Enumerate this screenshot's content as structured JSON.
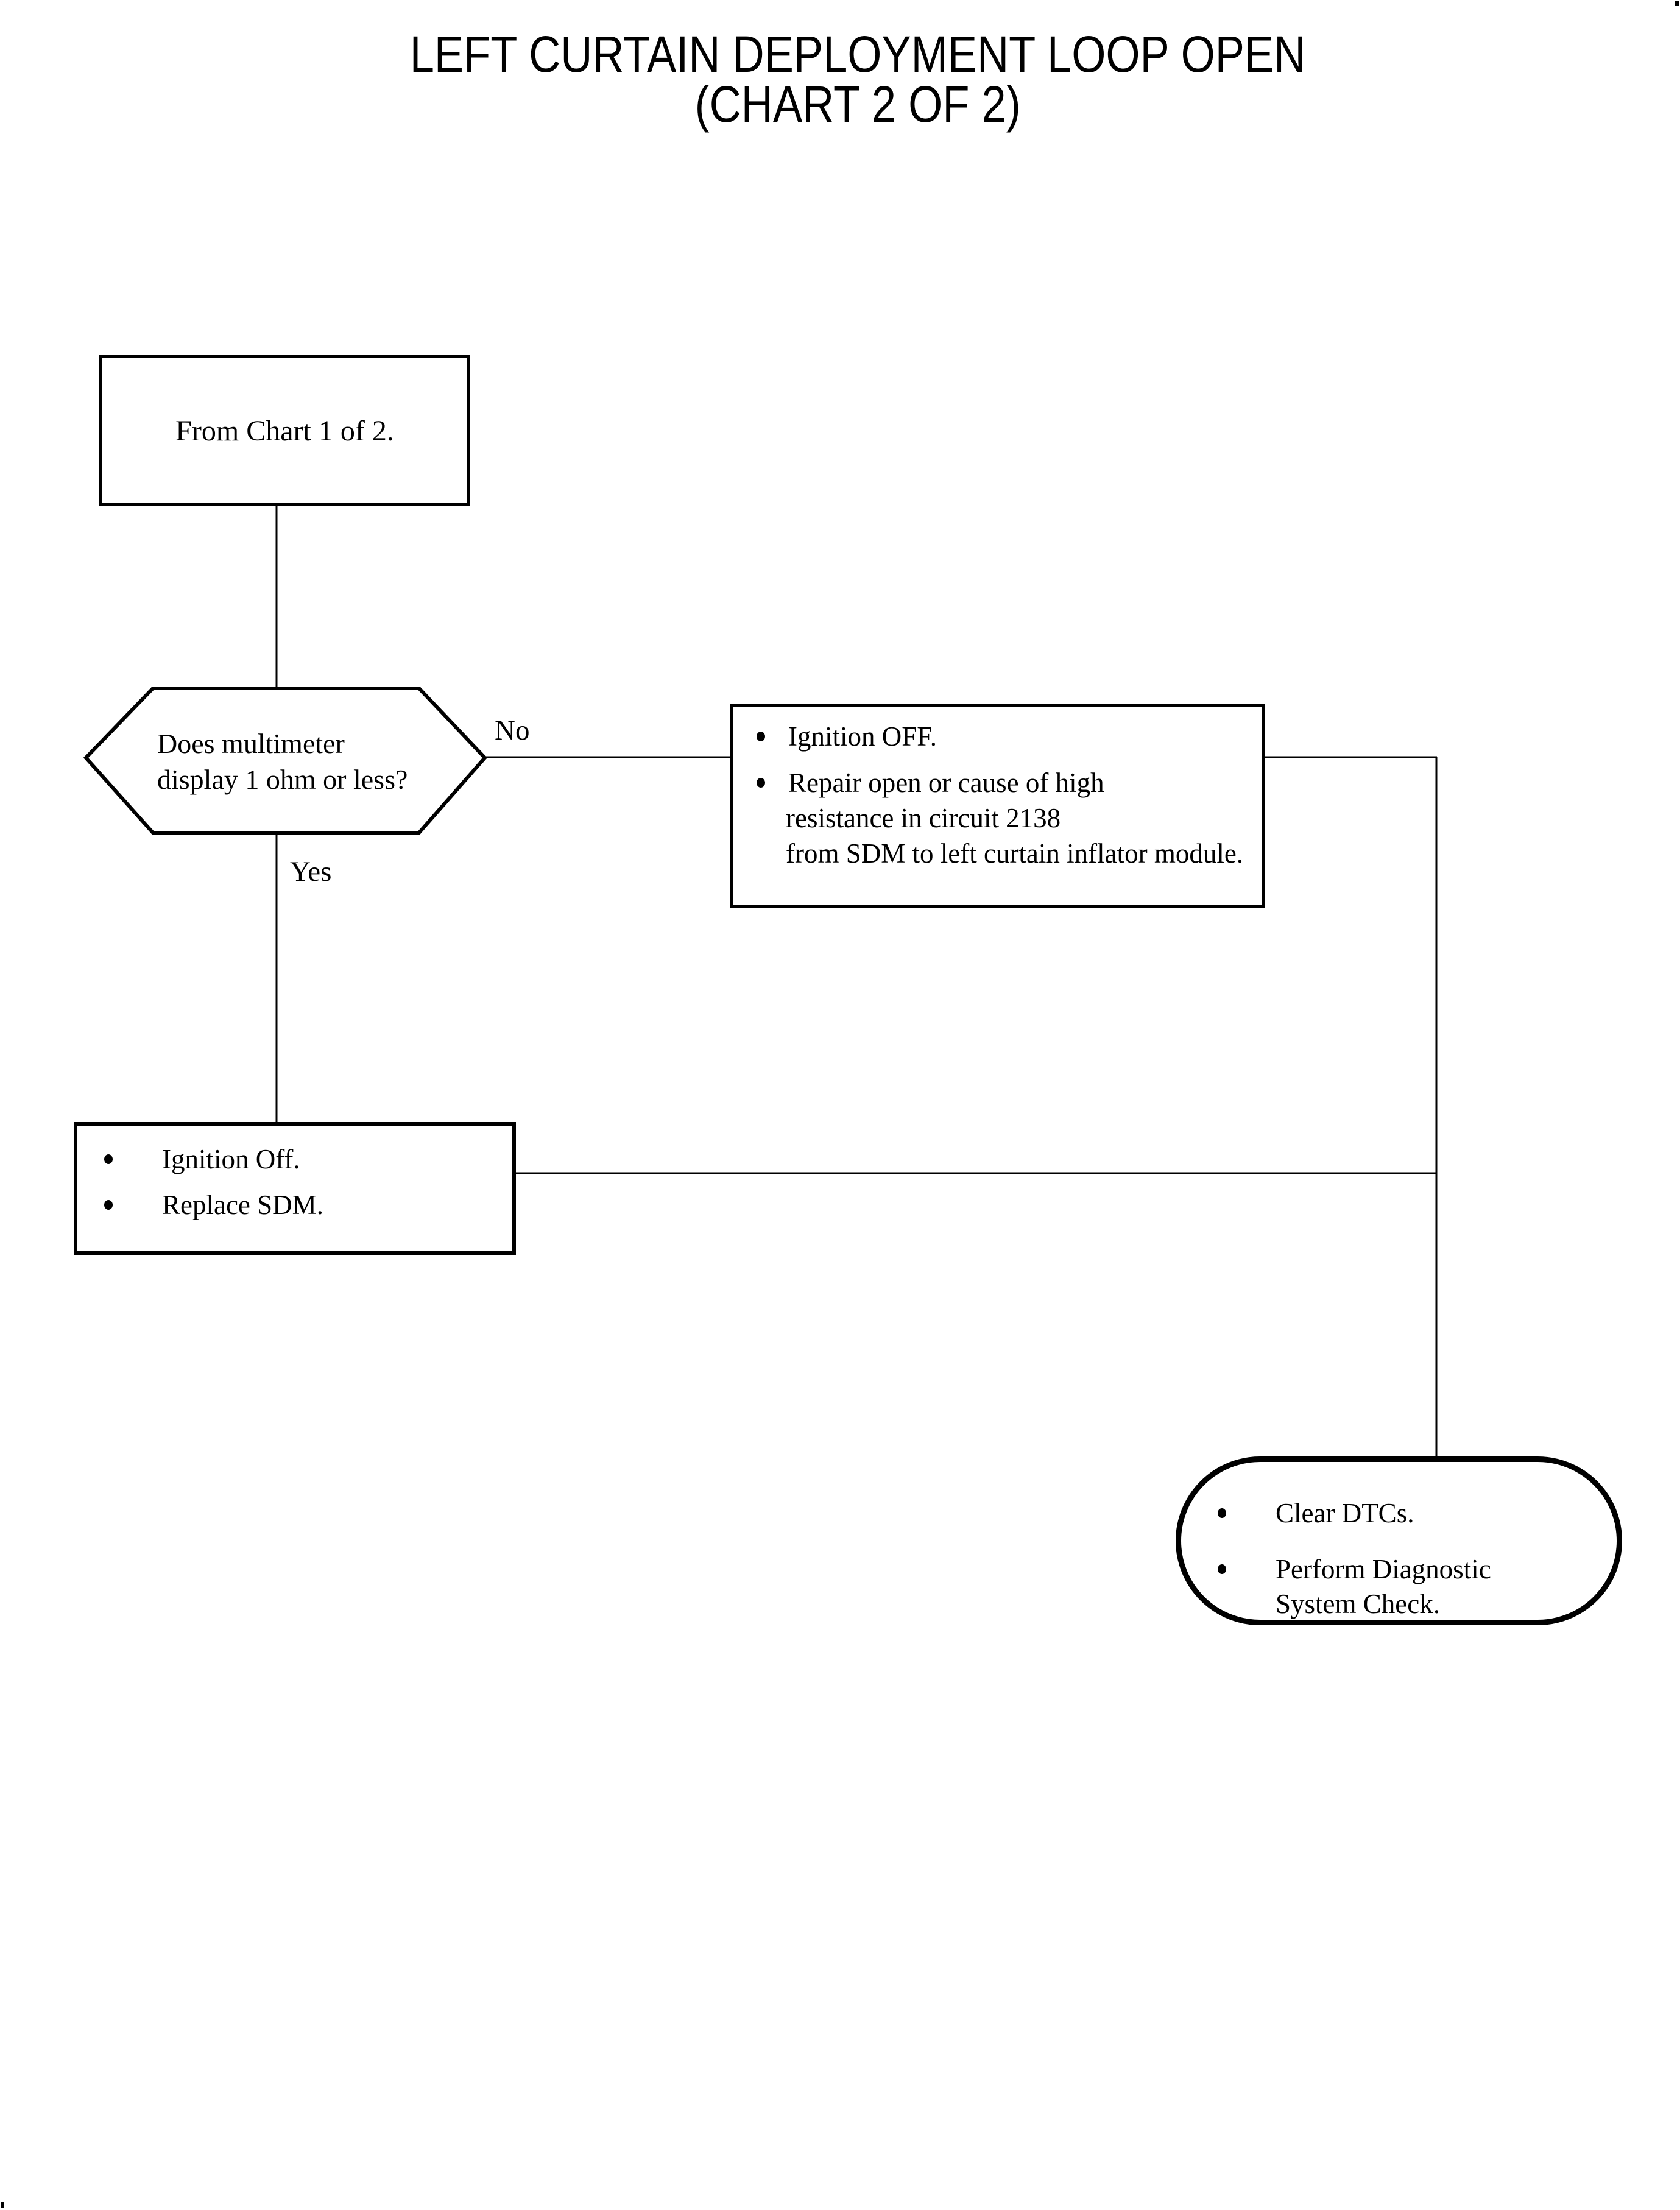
{
  "title": {
    "line1": "LEFT CURTAIN DEPLOYMENT LOOP OPEN",
    "line2": "(CHART 2 OF 2)"
  },
  "nodes": {
    "start": {
      "text": "From Chart 1 of 2."
    },
    "decision": {
      "line1": "Does multimeter",
      "line2": "display 1 ohm or less?"
    },
    "no_action": {
      "items": [
        {
          "bullet": true,
          "text": "Ignition OFF."
        },
        {
          "bullet": true,
          "text": "Repair open or cause of high"
        },
        {
          "bullet": false,
          "text": "resistance in circuit 2138"
        },
        {
          "bullet": false,
          "text": "from SDM to left curtain inflator module."
        }
      ]
    },
    "yes_action": {
      "items": [
        {
          "bullet": true,
          "text": "Ignition Off."
        },
        {
          "bullet": true,
          "text": "Replace SDM."
        }
      ]
    },
    "terminator": {
      "items": [
        {
          "bullet": true,
          "text": "Clear DTCs."
        },
        {
          "bullet": true,
          "text": "Perform Diagnostic"
        },
        {
          "bullet": false,
          "text": "System Check."
        }
      ]
    }
  },
  "labels": {
    "no": "No",
    "yes": "Yes"
  },
  "colors": {
    "ink": "#000000",
    "background": "#ffffff"
  }
}
